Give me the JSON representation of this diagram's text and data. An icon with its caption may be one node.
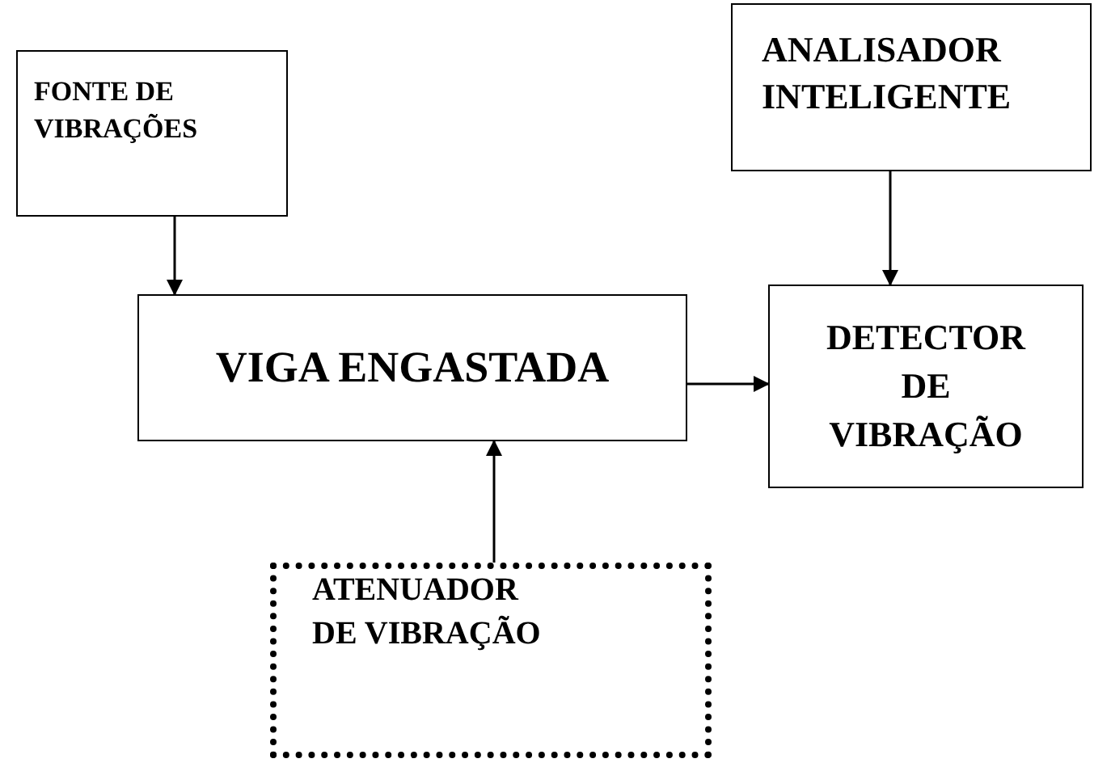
{
  "diagram": {
    "nodes": [
      {
        "text": [
          "FONTE DE VIBRAÇÕES"
        ]
      },
      {
        "text": [
          "ANALISADOR INTELIGENTE"
        ]
      },
      {
        "text": [
          "VIGA ENGASTADA"
        ]
      },
      {
        "text": [
          "DETECTOR DE VIBRAÇÃO"
        ]
      },
      {
        "text": [
          "ATENUADOR DE VIBRAÇÃO"
        ]
      }
    ],
    "edges": [
      {
        "from": 0,
        "to": 2,
        "arrow": "to"
      },
      {
        "from": 1,
        "to": 3,
        "arrow": "to"
      },
      {
        "from": 2,
        "to": 3,
        "arrow": "to"
      },
      {
        "from": 4,
        "to": 2,
        "arrow": "to"
      }
    ]
  }
}
